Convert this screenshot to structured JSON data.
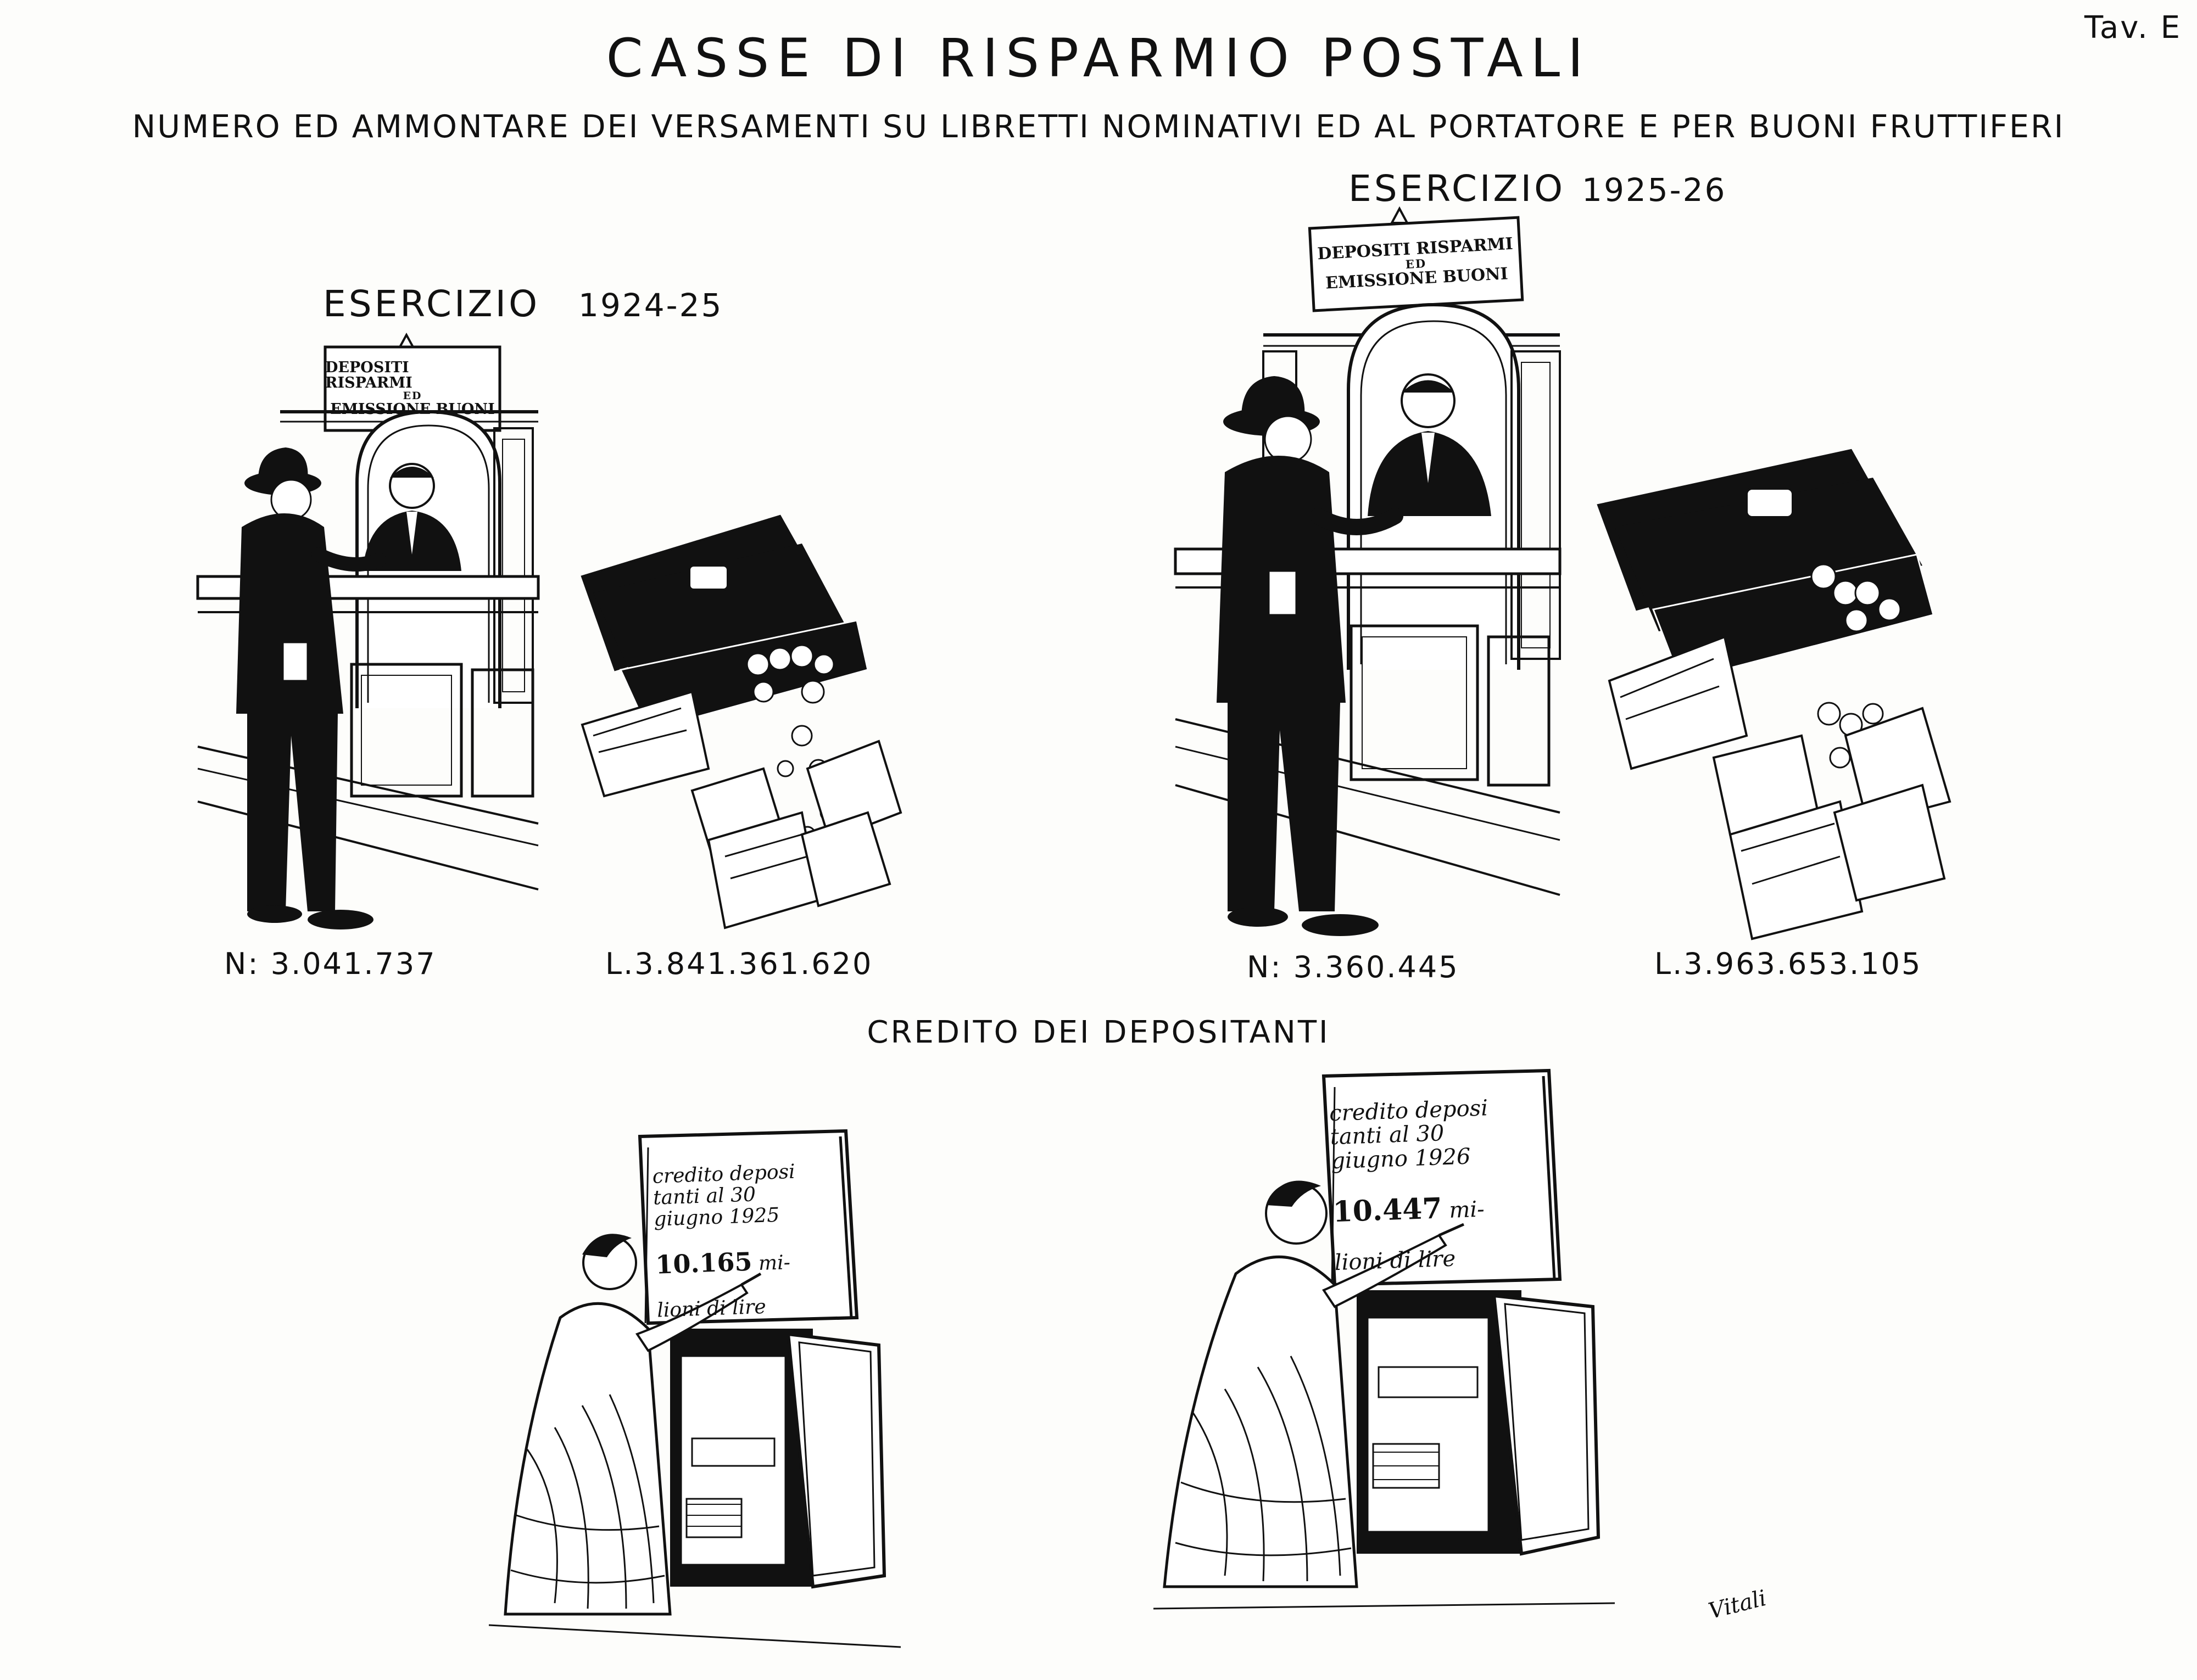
{
  "header": {
    "title": "CASSE DI RISPARMIO POSTALI",
    "plate_label": "Tav. E",
    "subtitle": "NUMERO ED AMMONTARE DEI VERSAMENTI SU LIBRETTI NOMINATIVI ED AL PORTATORE E PER BUONI FRUTTIFERI"
  },
  "panels": [
    {
      "year_label": "ESERCIZIO",
      "year": "1924-25",
      "sign": {
        "line1": "DEPOSITI RISPARMI",
        "line2": "ED",
        "line3": "EMISSIONE BUONI"
      },
      "count": "N: 3.041.737",
      "amount": "L.3.841.361.620"
    },
    {
      "year_label": "ESERCIZIO",
      "year": "1925-26",
      "sign": {
        "line1": "DEPOSITI RISPARMI",
        "line2": "ED",
        "line3": "EMISSIONE BUONI"
      },
      "count": "N: 3.360.445",
      "amount": "L.3.963.653.105"
    }
  ],
  "credit": {
    "title": "CREDITO DEI DEPOSITANTI",
    "books": [
      {
        "text": "credito deposi\ntanti al 30\ngiugno 1925",
        "value": "10.165",
        "suffix": "mi-",
        "tail": "lioni di lire"
      },
      {
        "text": "credito deposi\ntanti al 30\ngiugno 1926",
        "value": "10.447",
        "suffix": "mi-",
        "tail": "lioni di lire"
      }
    ]
  },
  "signature": "Vitali"
}
